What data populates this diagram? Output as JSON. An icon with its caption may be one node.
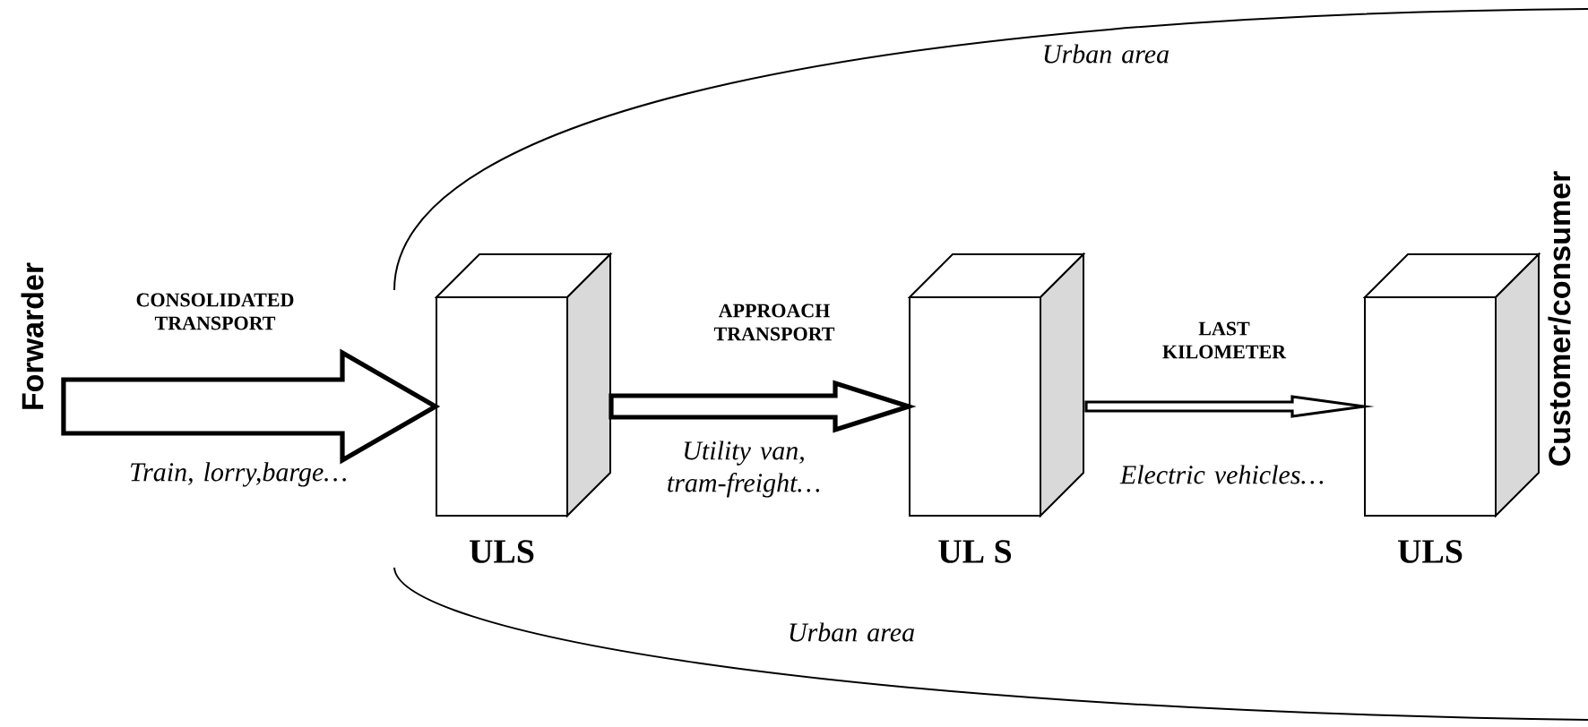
{
  "diagram": {
    "nodes": [
      {
        "text": [
          "Forwarder"
        ]
      },
      {
        "text": [
          "ULS"
        ]
      },
      {
        "text": [
          "UL S"
        ]
      },
      {
        "text": [
          "ULS"
        ]
      },
      {
        "text": [
          "Customer/consumer"
        ]
      }
    ],
    "edges": [
      {
        "from": 0,
        "to": 1,
        "arrow": "to",
        "label": "CONSOLIDATED TRANSPORT"
      },
      {
        "from": 1,
        "to": 2,
        "arrow": "to",
        "label": "APPROACH TRANSPORT"
      },
      {
        "from": 2,
        "to": 3,
        "arrow": "to",
        "label": "LAST KILOMETER"
      }
    ],
    "labels": [
      "Urban area",
      "Train, lorry,barge…",
      "Utility van, tram-freight…",
      "Electric vehicles…",
      "Urban area"
    ]
  }
}
